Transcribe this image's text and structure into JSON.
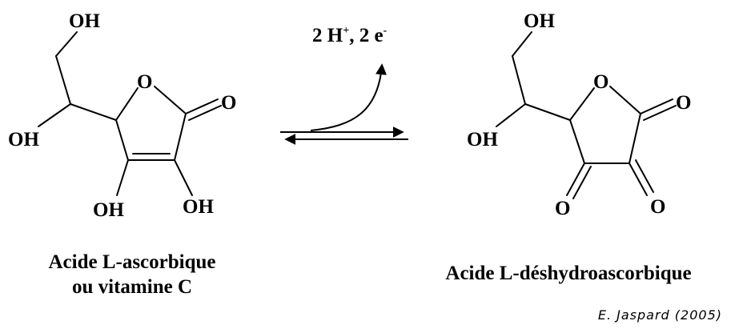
{
  "reagents": {
    "protons": "2 H",
    "protons_charge": "+",
    "separator": ", ",
    "electrons": "2 e",
    "electrons_charge": "-"
  },
  "left_molecule": {
    "labels": {
      "oh_top": "OH",
      "oh_left": "OH",
      "ring_o": "O",
      "carbonyl_o": "O",
      "oh_bottom_left": "OH",
      "oh_bottom_right": "OH"
    },
    "caption_line1": "Acide L-ascorbique",
    "caption_line2": "ou vitamine C"
  },
  "right_molecule": {
    "labels": {
      "oh_top": "OH",
      "oh_left": "OH",
      "ring_o": "O",
      "carbonyl_o": "O",
      "keto_o_left": "O",
      "keto_o_right": "O"
    },
    "caption": "Acide L-déshydroascorbique"
  },
  "credit": "E. Jaspard (2005)"
}
